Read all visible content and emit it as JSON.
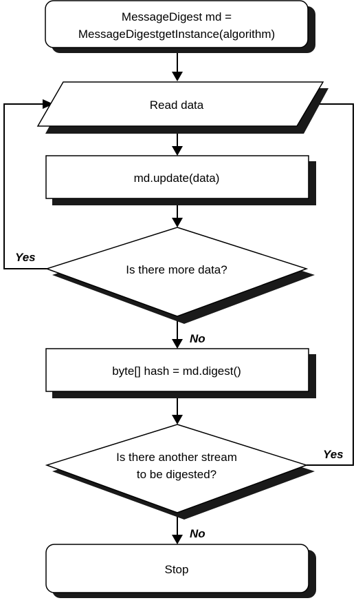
{
  "diagram": {
    "nodes": {
      "get_instance": {
        "line1": "MessageDigest md =",
        "line2": "MessageDigestgetInstance(algorithm)"
      },
      "read_data": {
        "label": "Read data"
      },
      "update": {
        "label": "md.update(data)"
      },
      "more_data": {
        "label": "Is there more data?"
      },
      "digest": {
        "label": "byte[] hash = md.digest()"
      },
      "another_stream": {
        "line1": "Is there another stream",
        "line2": "to be digested?"
      },
      "stop": {
        "label": "Stop"
      }
    },
    "edges": {
      "more_data_yes": "Yes",
      "more_data_no": "No",
      "another_stream_yes": "Yes",
      "another_stream_no": "No"
    }
  }
}
